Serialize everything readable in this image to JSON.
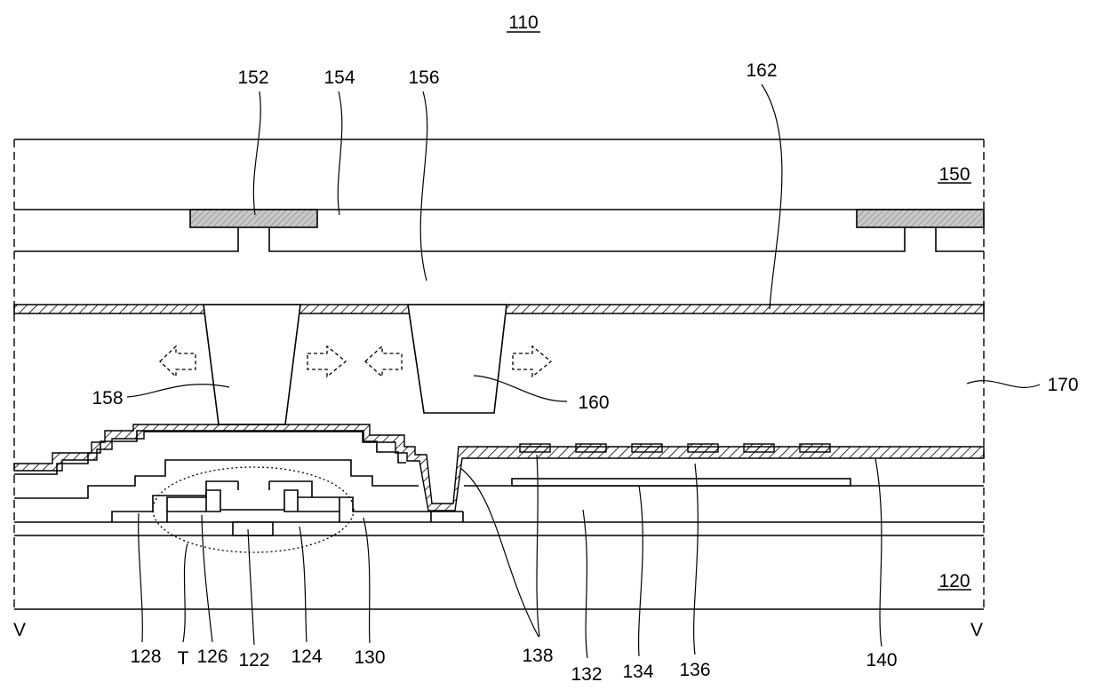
{
  "figure": {
    "title": "110",
    "section_left": "V",
    "section_right": "V"
  },
  "labels": {
    "upper_substrate": "150",
    "black_matrix": "152",
    "color_filter": "154",
    "overcoat": "156",
    "spacer_a": "158",
    "spacer_b": "160",
    "common_electrode": "162",
    "liquid_crystal": "170",
    "lower_substrate": "120",
    "gate_electrode": "122",
    "gate_insulator": "124",
    "semiconductor": "126",
    "source_electrode": "128",
    "drain_electrode": "130",
    "passivation": "132",
    "common_line": "134",
    "organic_layer": "136",
    "pixel_electrode": "138",
    "alignment_layer": "140",
    "transistor": "T"
  },
  "colors": {
    "black_matrix_fill": "#c8c8c8",
    "line": "#000000",
    "background": "#ffffff"
  }
}
